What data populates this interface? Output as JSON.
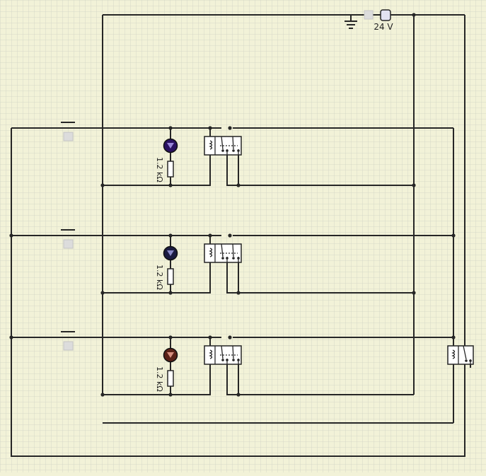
{
  "supply": {
    "voltage_label": "24 V"
  },
  "rows": [
    {
      "resistor_label": "1.2 kΩ",
      "led_color": "#2a1260"
    },
    {
      "resistor_label": "1.2 kΩ",
      "led_color": "#1c1c40"
    },
    {
      "resistor_label": "1.2 kΩ",
      "led_color": "#5a2218"
    }
  ],
  "colors": {
    "background": "#f2f2d8",
    "grid": "#d0d2c4",
    "wire": "#262626"
  }
}
